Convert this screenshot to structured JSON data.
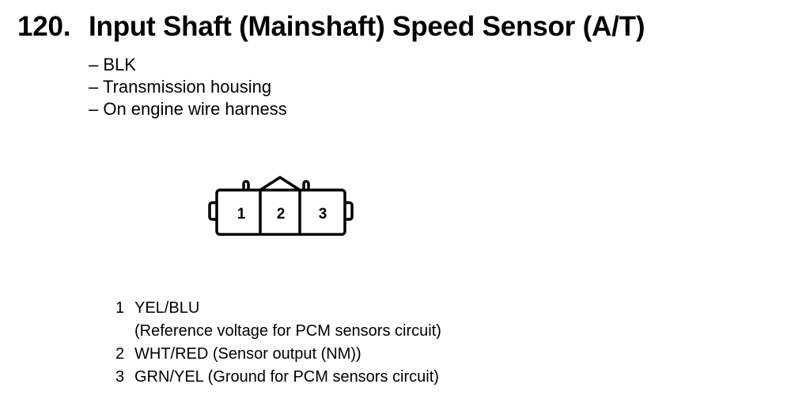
{
  "header": {
    "number": "120.",
    "title": "Input Shaft (Mainshaft) Speed Sensor (A/T)"
  },
  "info": [
    "– BLK",
    "– Transmission housing",
    "– On engine wire harness"
  ],
  "connector": {
    "terminals": [
      "1",
      "2",
      "3"
    ]
  },
  "legend": [
    {
      "pin": "1",
      "label": "YEL/BLU",
      "detail": "(Reference voltage for PCM sensors circuit)"
    },
    {
      "pin": "2",
      "label": "WHT/RED (Sensor output (NM))"
    },
    {
      "pin": "3",
      "label": "GRN/YEL (Ground for PCM sensors circuit)"
    }
  ]
}
